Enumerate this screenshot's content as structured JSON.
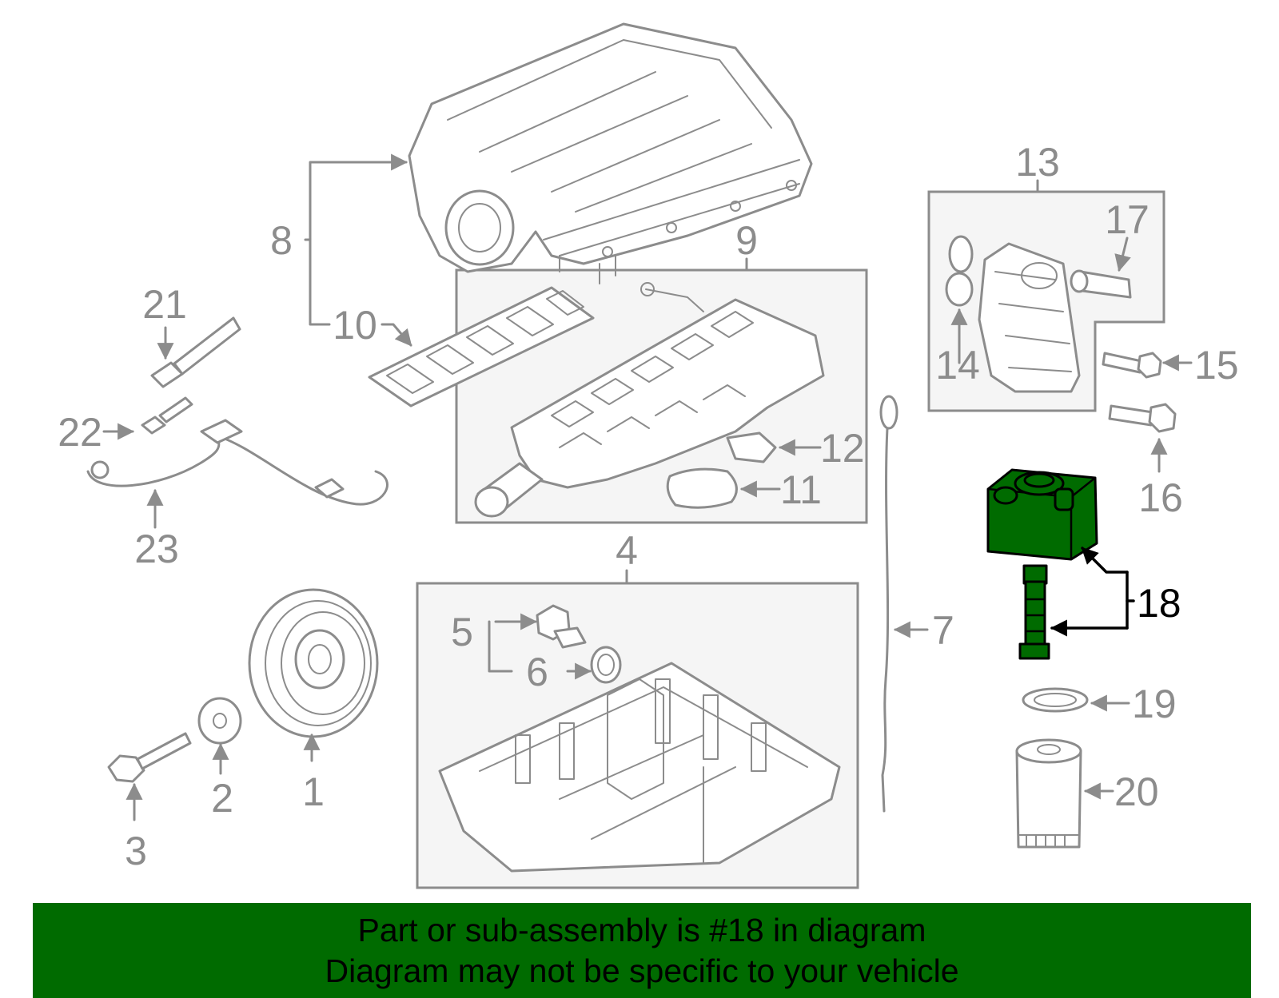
{
  "callouts": {
    "c1": "1",
    "c2": "2",
    "c3": "3",
    "c4": "4",
    "c5": "5",
    "c6": "6",
    "c7": "7",
    "c8": "8",
    "c9": "9",
    "c10": "10",
    "c11": "11",
    "c12": "12",
    "c13": "13",
    "c14": "14",
    "c15": "15",
    "c16": "16",
    "c17": "17",
    "c18": "18",
    "c19": "19",
    "c20": "20",
    "c21": "21",
    "c22": "22",
    "c23": "23"
  },
  "highlight": {
    "part_number": "18",
    "color": "#006b00"
  },
  "banner": {
    "line1": "Part or sub-assembly is #18 in diagram",
    "line2": "Diagram may not be specific to your vehicle",
    "background": "#006b00"
  },
  "colors": {
    "line_art": "#8c8c8c",
    "highlight_text": "#000000"
  }
}
